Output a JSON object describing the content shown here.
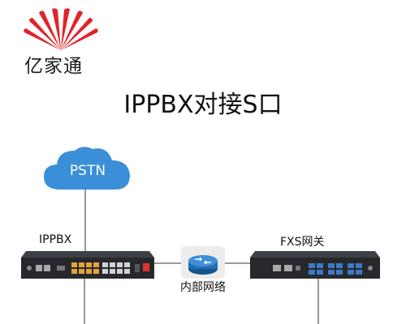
{
  "logo": {
    "text": "亿家通",
    "colors": {
      "petals": "#e0242b"
    }
  },
  "title": "IPPBX对接S口",
  "nodes": {
    "pstn": {
      "label": "PSTN",
      "color": "#3a8fd8"
    },
    "ippbx": {
      "label": "IPPBX"
    },
    "fxs": {
      "label": "FXS网关"
    },
    "lan": {
      "label": "内部网络",
      "color": "#1f6fb5"
    }
  },
  "colors": {
    "device_body": "#26282c",
    "port_orange": "#e8a33a",
    "port_blue": "#3d79c4",
    "line": "#333333"
  }
}
